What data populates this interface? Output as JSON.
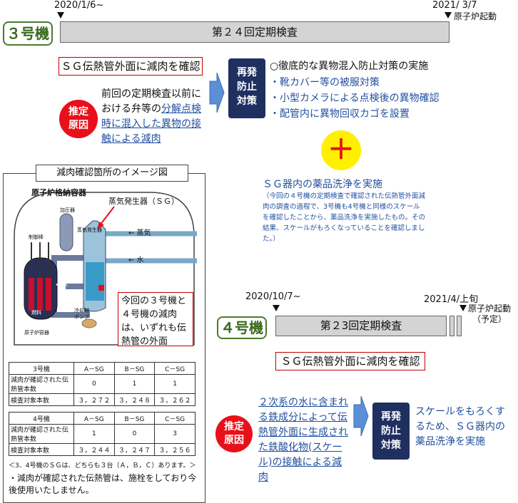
{
  "unit3": {
    "label": "３号機",
    "start_date": "2020/1/6~",
    "end_date": "2021/ 3/7",
    "end_event": "原子炉起動",
    "inspection": "第２４回定期検査",
    "finding": "ＳＧ伝熱管外面に減肉を確認",
    "cause_badge": "推定\n原因",
    "cause_text_plain": "前回の定期検査以前における弁等の",
    "cause_text_underlined": "分解点検時に混入した異物の接触による減肉",
    "prevention_badge": "再発\n防止\n対策",
    "prevention_title": "○徹底的な異物混入防止対策の実施",
    "prevention_items": [
      "・靴カバー等の被服対策",
      "・小型カメラによる点検後の異物確認",
      "・配管内に異物回収カゴを設置"
    ],
    "plus_symbol": "＋",
    "cleaning_title": "ＳＧ器内の薬品洗浄を実施",
    "cleaning_note": "（今回の４号機の定期検査で確認された伝熱管外面減肉の調査の過程で、3号機も4号機と同様のスケールを確認したことから、薬品洗浄を実施したもの。その結果、スケールがもろくなっていることを確認しました。）"
  },
  "unit4": {
    "label": "４号機",
    "start_date": "2020/10/7~",
    "end_date": "2021/4/上旬",
    "end_event": "原子炉起動\n（予定）",
    "inspection": "第２3回定期検査",
    "finding": "ＳＧ伝熱管外面に減肉を確認",
    "cause_badge": "推定\n原因",
    "cause_text": "２次系の水に含まれる鉄成分によって伝熱管外面に生成された鉄酸化物(スケール)の接触による減肉",
    "prevention_badge": "再発\n防止\n対策",
    "prevention_text": "スケールをもろくするため、ＳＧ器内の薬品洗浄を実施"
  },
  "diagram": {
    "title": "減肉確認箇所のイメージ図",
    "containment_label": "原子炉格納容器",
    "sg_label": "蒸気発生器（ＳＧ）",
    "pressurizer": "加圧器",
    "control_rod": "制御棒",
    "fuel": "燃料",
    "vessel": "原子炉容器",
    "sg_small": "蒸気発生器",
    "steam": "← 蒸気",
    "water": "← 水",
    "water2": "← 水",
    "pump": "冷却材\nポンプ",
    "callout": "今回の３号機と４号機の減肉は、いずれも伝熱管の外面"
  },
  "table3": {
    "headers": [
      "3号機",
      "A－SG",
      "B－SG",
      "C－SG"
    ],
    "rows": [
      [
        "減肉が確認された伝熱管本数",
        "0",
        "1",
        "1"
      ],
      [
        "検査対象本数",
        "３，２７２",
        "３，２４８",
        "３，２６２"
      ]
    ]
  },
  "table4": {
    "headers": [
      "4号機",
      "A－SG",
      "B－SG",
      "C－SG"
    ],
    "rows": [
      [
        "減肉が確認された伝熱管本数",
        "1",
        "0",
        "3"
      ],
      [
        "検査対象本数",
        "３，２４４",
        "３，２４７",
        "３，２５６"
      ]
    ]
  },
  "footnote": "＜3、4号機のＳＧは、どちらも３台（Ａ，Ｂ，Ｃ）あります。＞",
  "bullet_note": "・減肉が確認された伝熱管は、施栓をしており今後使用いたしません。",
  "colors": {
    "green": "#4a7a2c",
    "navy": "#1f2f5f",
    "red": "#e8101a",
    "blue": "#1f4f9f",
    "yellow": "#ffef00"
  }
}
